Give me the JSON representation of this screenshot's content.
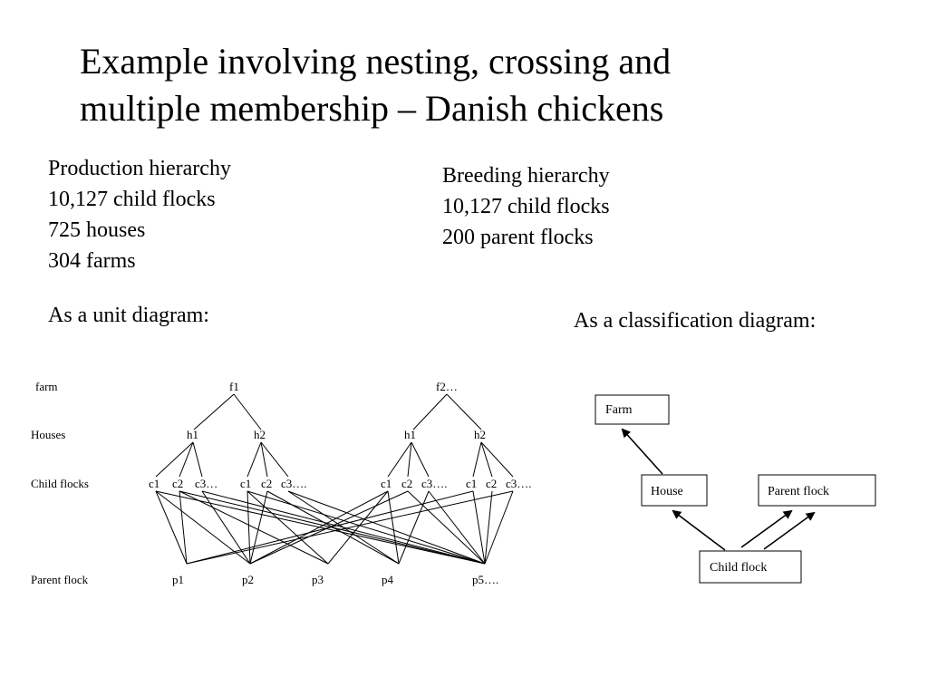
{
  "title_line1": "Example involving nesting, crossing and",
  "title_line2": "multiple membership – Danish chickens",
  "production": {
    "heading": "Production hierarchy",
    "lines": [
      "10,127 child flocks",
      "725 houses",
      "304 farms"
    ]
  },
  "breeding": {
    "heading": "Breeding hierarchy",
    "lines": [
      "10,127 child flocks",
      "200 parent flocks"
    ]
  },
  "unit_caption": "As a unit diagram:",
  "classification_caption": "As a classification diagram:",
  "unit_diagram": {
    "level_labels": {
      "farm": "farm",
      "houses": "Houses",
      "child": "Child flocks",
      "parent": "Parent flock"
    },
    "farms": [
      "f1",
      "f2…"
    ],
    "houses": [
      "h1",
      "h2",
      "h1",
      "h2"
    ],
    "child_groups": [
      {
        "labels": [
          "c1",
          "c2",
          "c3…"
        ]
      },
      {
        "labels": [
          "c1",
          "c2",
          "c3…."
        ]
      },
      {
        "labels": [
          "c1",
          "c2",
          "c3…."
        ]
      },
      {
        "labels": [
          "c1",
          "c2",
          "c3…."
        ]
      }
    ],
    "parents": [
      "p1",
      "p2",
      "p3",
      "p4",
      "p5…."
    ]
  },
  "classification_diagram": {
    "farm": "Farm",
    "house": "House",
    "parent_flock": "Parent flock",
    "child_flock": "Child flock"
  }
}
